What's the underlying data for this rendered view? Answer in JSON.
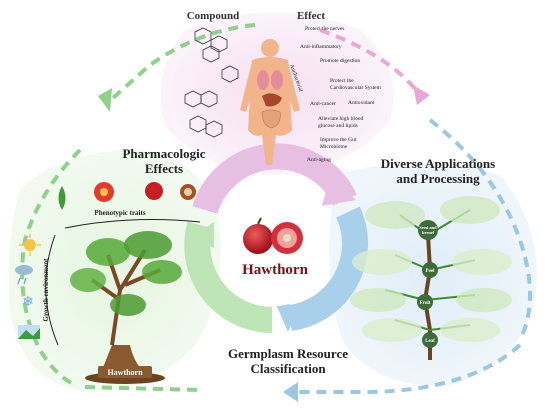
{
  "center": {
    "title": "Hawthorn"
  },
  "sections": {
    "pharmacologic": "Pharmacologic\nEffects",
    "applications": "Diverse Applications\nand Processing",
    "germplasm": "Germplasm Resource\nClassification"
  },
  "top_panel": {
    "compound_header": "Compound",
    "effect_header": "Effect",
    "effects": [
      "Protect the nerves",
      "Anti-inflammatory",
      "Promote digestion",
      "Protect the\nCardiovascular System",
      "Anti-cancer",
      "Antioxidant",
      "Alleviate high blood\nglucose and lipids",
      "Improve the Gut\nMicrobiome",
      "Anti-aging"
    ],
    "side_label": "Antibacterial"
  },
  "left_panel": {
    "phenotypic": "Phenotypic traits",
    "growth": "Growth environment",
    "tree_label": "Hawthorn"
  },
  "right_panel": {
    "nodes": [
      "Seed and\nkernel",
      "Peel",
      "Fruit",
      "Leaf"
    ]
  },
  "colors": {
    "pink": "#e9a6d6",
    "green": "#8fd18a",
    "blue": "#9cc7e3",
    "red": "#c8232c",
    "tree_green": "#3e8e2a"
  }
}
